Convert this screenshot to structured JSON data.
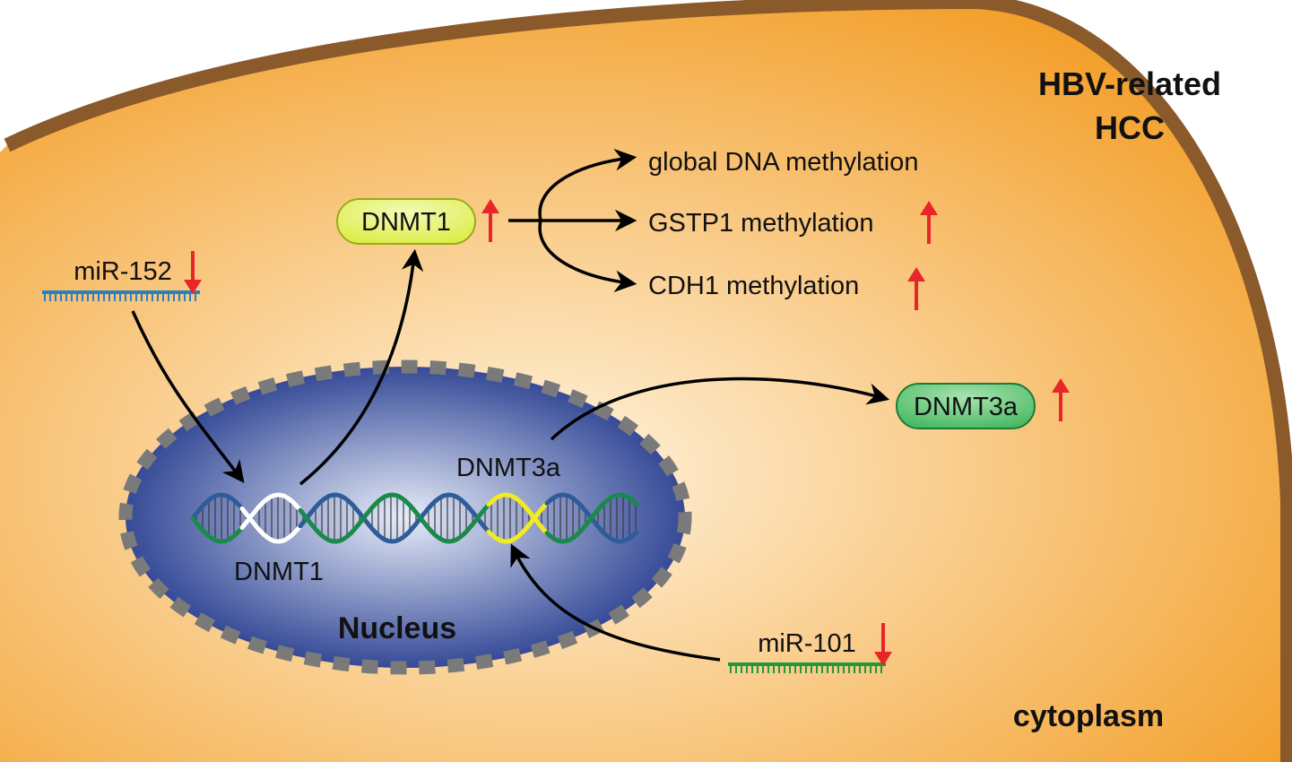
{
  "title": {
    "line1": "HBV-related",
    "line2": "HCC"
  },
  "compartments": {
    "cytoplasm": "cytoplasm",
    "nucleus": "Nucleus"
  },
  "dna_labels": {
    "dnmt1": "DNMT1",
    "dnmt3a": "DNMT3a"
  },
  "mirnas": {
    "mir152": "miR-152",
    "mir101": "miR-101"
  },
  "proteins": {
    "dnmt1": "DNMT1",
    "dnmt3a": "DNMT3a"
  },
  "outcomes": {
    "global": "global DNA methylation",
    "gstp1": "GSTP1 methylation",
    "cdh1": "CDH1 methylation"
  },
  "colors": {
    "membrane": "#8B5A2B",
    "cytoplasm_edge": "#F29A1F",
    "cytoplasm_center": "#FFF3DE",
    "nucleus_edge": "#243A8E",
    "nucleus_center": "#E6ECF8",
    "nucleus_dash": "#7A7A7A",
    "up_arrow": "#E8262A",
    "down_arrow": "#E8262A",
    "dna_strand_blue": "#2E5C9A",
    "dna_strand_green": "#1A8A4A",
    "dna_highlight_dnmt1": "#FFFFFF",
    "dna_highlight_dnmt3a": "#F2EC1F",
    "mir152_color": "#2A7FC0",
    "mir101_color": "#1F9A3A",
    "dnmt1_pill": "#D9EC3C",
    "dnmt3a_pill": "#3FB55A"
  },
  "regulation": {
    "mir152": "down",
    "mir101": "down",
    "dnmt1": "up",
    "dnmt3a": "up",
    "gstp1": "up",
    "cdh1": "up"
  }
}
